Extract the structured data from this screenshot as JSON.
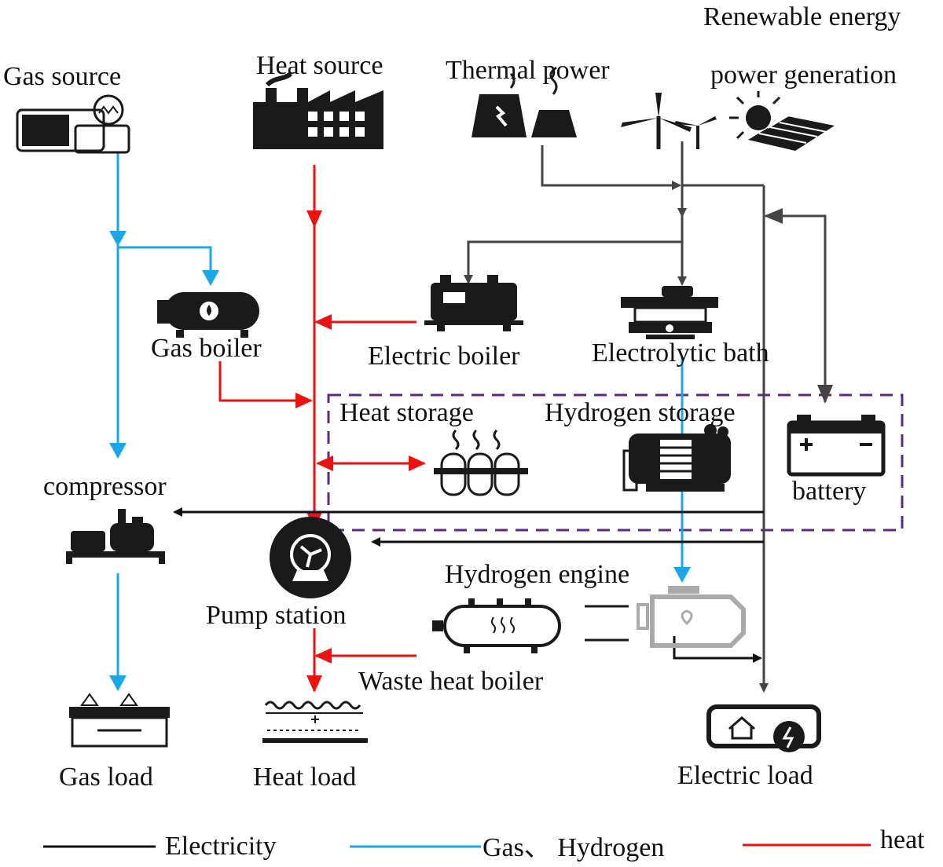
{
  "labels": {
    "gas_source": "Gas source",
    "heat_source": "Heat source",
    "thermal_power": "Thermal power",
    "renewable_line1": "Renewable energy",
    "renewable_line2": "power generation",
    "gas_boiler": "Gas boiler",
    "electric_boiler": "Electric boiler",
    "electrolytic_bath": "Electrolytic bath",
    "heat_storage": "Heat storage",
    "hydrogen_storage": "Hydrogen storage",
    "battery": "battery",
    "compressor": "compressor",
    "pump_station": "Pump station",
    "hydrogen_engine": "Hydrogen engine",
    "waste_heat_boiler": "Waste heat boiler",
    "gas_load": "Gas load",
    "heat_load": "Heat load",
    "electric_load": "Electric load"
  },
  "legend": {
    "electricity": "Electricity",
    "gas_hydrogen": "Gas、 Hydrogen",
    "heat": "heat"
  },
  "colors": {
    "electricity": "#444444",
    "gas_hydrogen": "#1aa7e8",
    "heat": "#ee1111",
    "storage_box": "#5b2a86"
  }
}
